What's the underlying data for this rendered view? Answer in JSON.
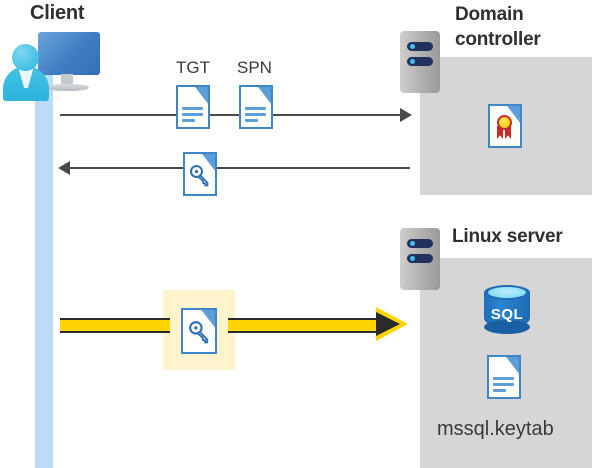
{
  "diagram": {
    "title_client": "Client",
    "title_domain_controller": "Domain controller",
    "title_linux_server": "Linux server",
    "labels": {
      "tgt": "TGT",
      "spn": "SPN",
      "keytab_file": "mssql.keytab",
      "sql": "SQL"
    },
    "icons": {
      "client": "client-computer-user-icon",
      "server": "server-tower-icon",
      "certificate": "certificate-document-icon",
      "key_document": "key-document-icon",
      "keytab_document": "text-document-icon",
      "database": "sql-database-icon"
    },
    "flows": [
      {
        "name": "request-tgt-spn",
        "from": "Client",
        "to": "Domain controller",
        "direction": "right",
        "style": "plain"
      },
      {
        "name": "receive-service-ticket",
        "from": "Domain controller",
        "to": "Client",
        "direction": "left",
        "style": "plain"
      },
      {
        "name": "authenticate-with-keytab",
        "from": "Client",
        "to": "Linux server",
        "direction": "right",
        "style": "highlighted"
      }
    ],
    "colors": {
      "accent_blue": "#3f86c8",
      "lifeline_blue": "#bcdcf7",
      "panel_gray": "#d6d6d6",
      "highlight_yellow": "#ffd400",
      "highlight_box": "#fdf3cd",
      "title_text": "#2f2f2f",
      "arrow_gray": "#4a4a4a"
    }
  }
}
